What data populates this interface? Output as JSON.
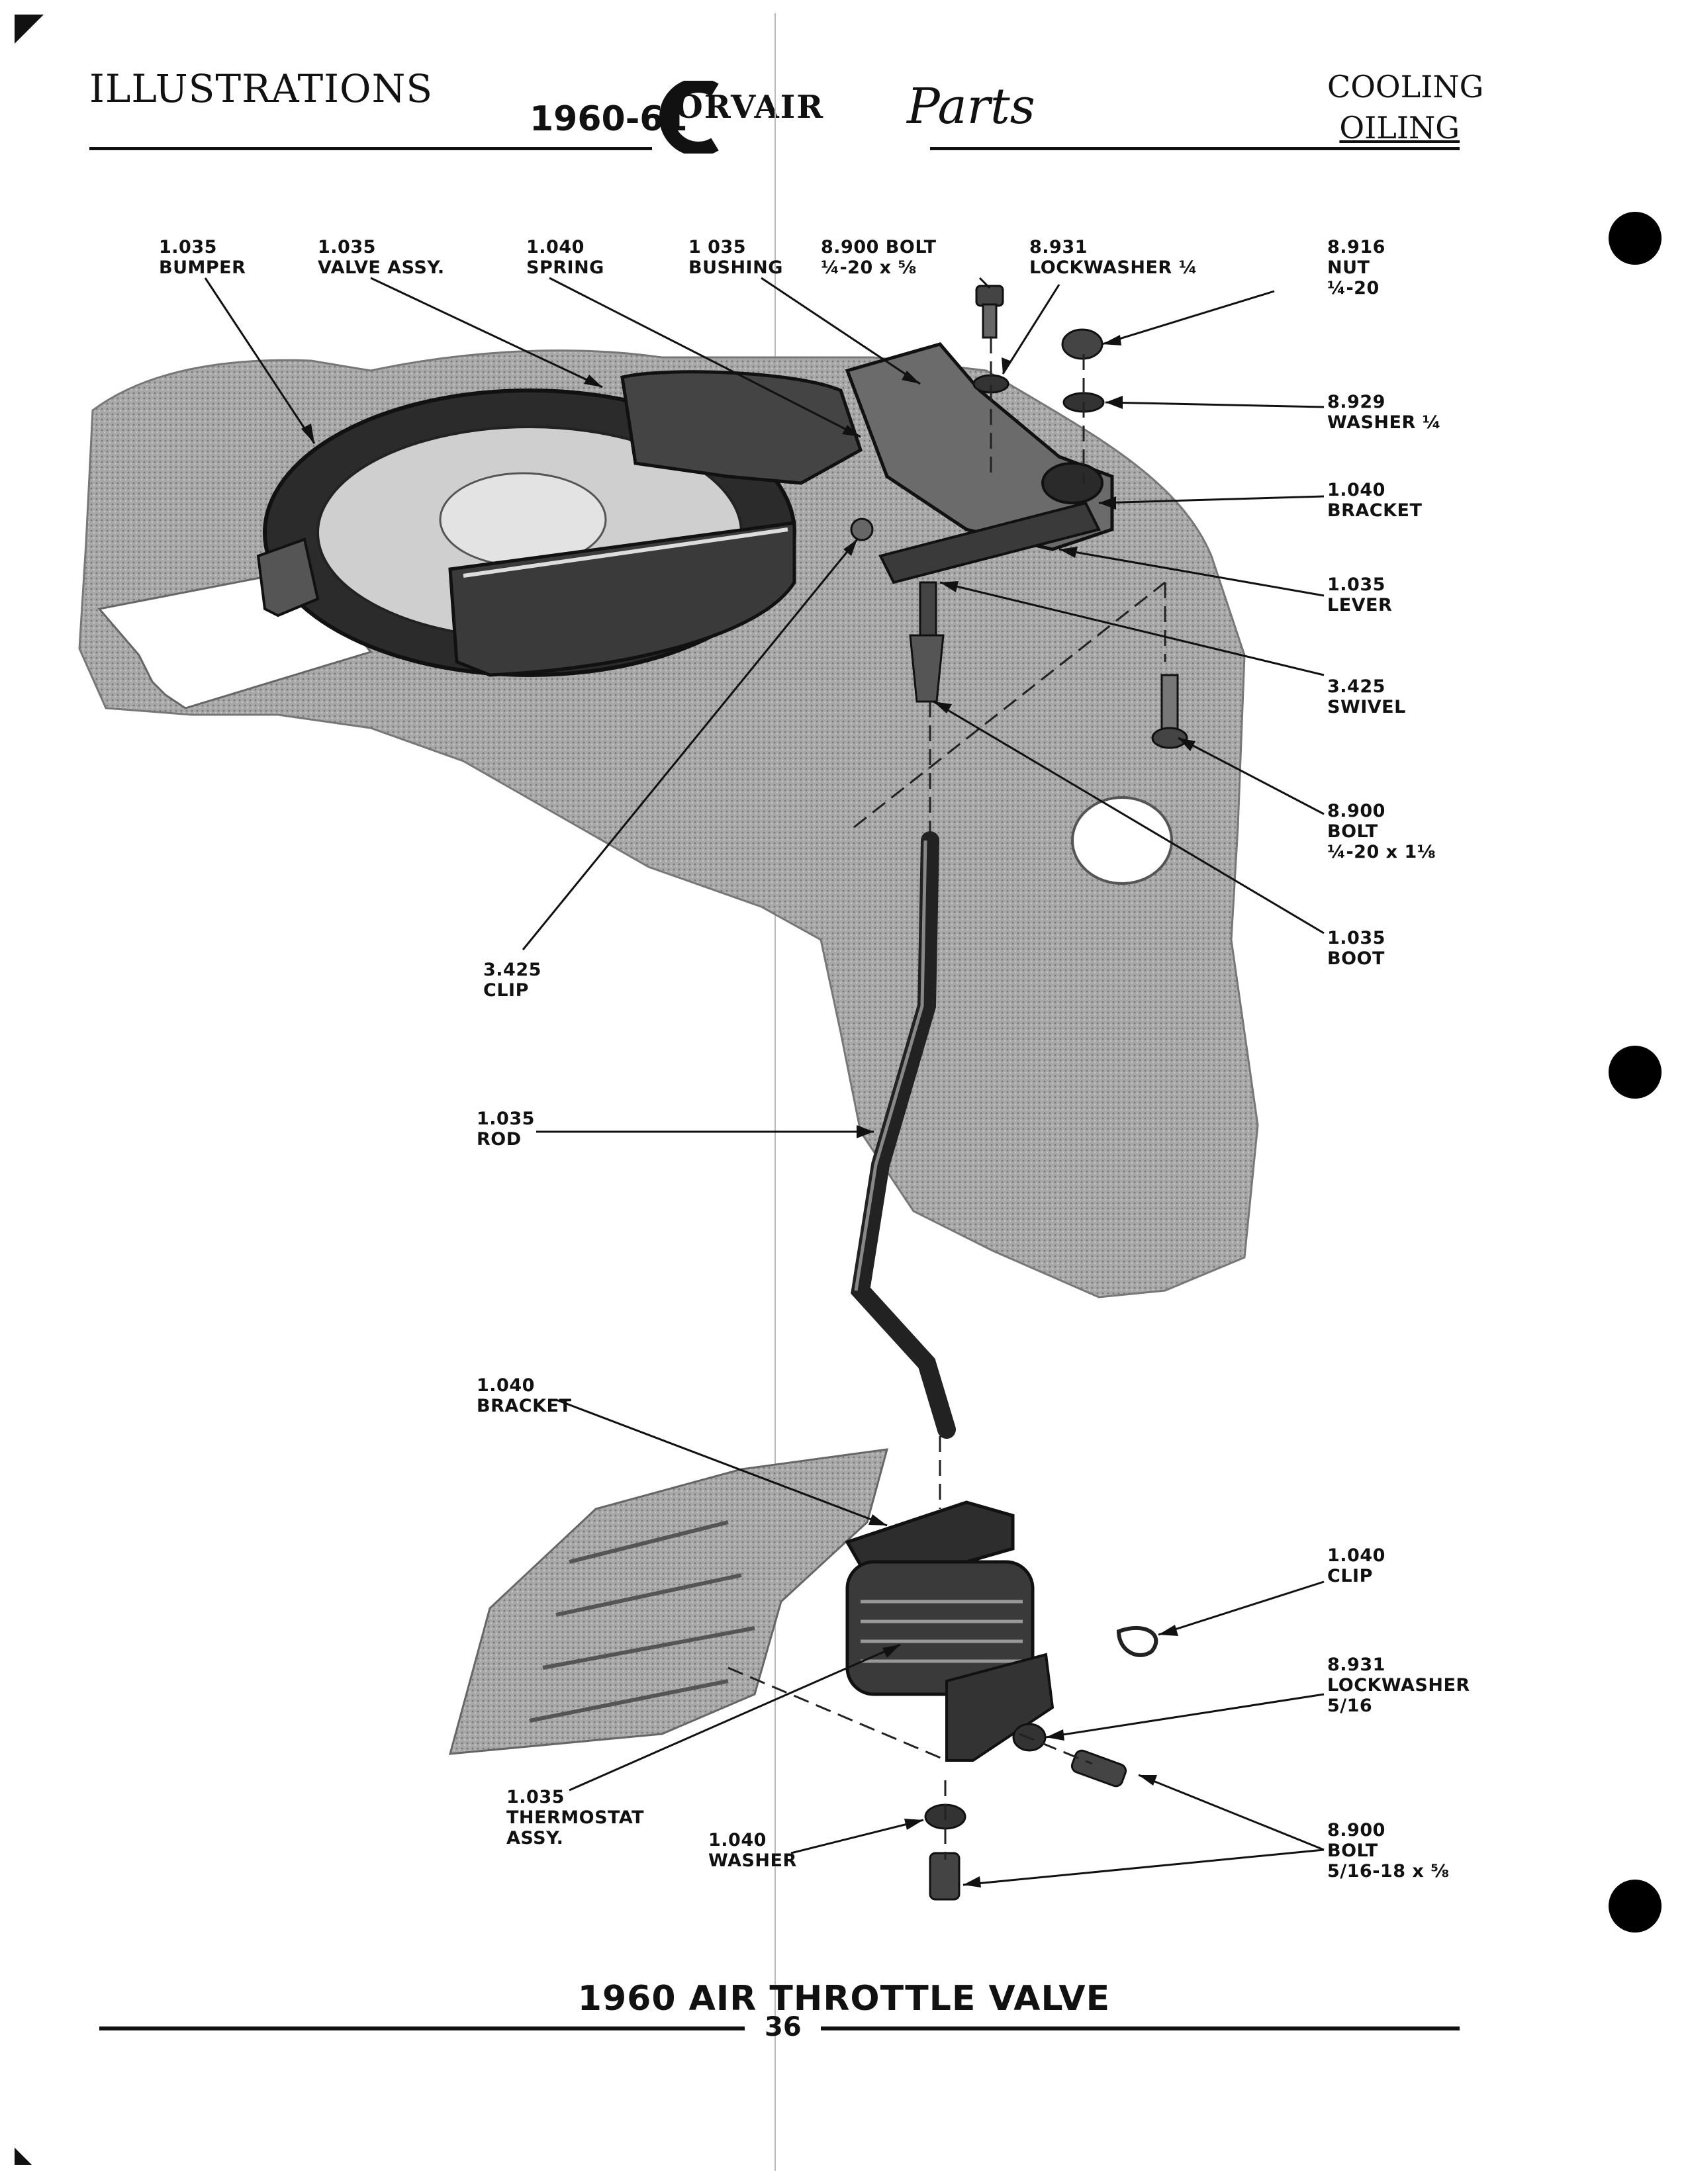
{
  "header": {
    "section": "ILLUSTRATIONS",
    "year": "1960-61",
    "brand": "ORVAIR",
    "brand_script": "Parts",
    "category_line1": "COOLING",
    "category_line2": "OILING"
  },
  "callouts": {
    "bumper": {
      "num": "1.035",
      "name": "BUMPER"
    },
    "valve_assy": {
      "num": "1.035",
      "name": "VALVE ASSY."
    },
    "spring": {
      "num": "1.040",
      "name": "SPRING"
    },
    "bushing": {
      "num": "1 035",
      "name": "BUSHING"
    },
    "bolt_top": {
      "num": "8.900 BOLT",
      "name": "¼-20 x ⅝"
    },
    "lockwasher_top": {
      "num": "8.931",
      "name": "LOCKWASHER ¼"
    },
    "nut": {
      "num": "8.916",
      "name": "NUT",
      "size": "¼-20"
    },
    "washer_top": {
      "num": "8.929",
      "name": "WASHER ¼"
    },
    "bracket_top": {
      "num": "1.040",
      "name": "BRACKET"
    },
    "lever": {
      "num": "1.035",
      "name": "LEVER"
    },
    "swivel": {
      "num": "3.425",
      "name": "SWIVEL"
    },
    "bolt_mid": {
      "num": "8.900",
      "name": "BOLT",
      "size": "¼-20 x 1⅛"
    },
    "boot": {
      "num": "1.035",
      "name": "BOOT"
    },
    "clip_left": {
      "num": "3.425",
      "name": "CLIP"
    },
    "rod": {
      "num": "1.035",
      "name": "ROD"
    },
    "bracket_low": {
      "num": "1.040",
      "name": "BRACKET"
    },
    "clip_right": {
      "num": "1.040",
      "name": "CLIP"
    },
    "lockwasher_low": {
      "num": "8.931",
      "name": "LOCKWASHER",
      "size": "5/16"
    },
    "thermostat": {
      "num": "1.035",
      "name": "THERMOSTAT",
      "name2": "ASSY."
    },
    "washer_low": {
      "num": "1.040",
      "name": "WASHER"
    },
    "bolt_low": {
      "num": "8.900",
      "name": "BOLT",
      "size": "5/16-18 x ⅝"
    }
  },
  "caption": "1960 AIR THROTTLE VALVE",
  "page_number": "36",
  "colors": {
    "ink": "#111111",
    "shade": "#9a9a9a",
    "paper": "#ffffff"
  }
}
